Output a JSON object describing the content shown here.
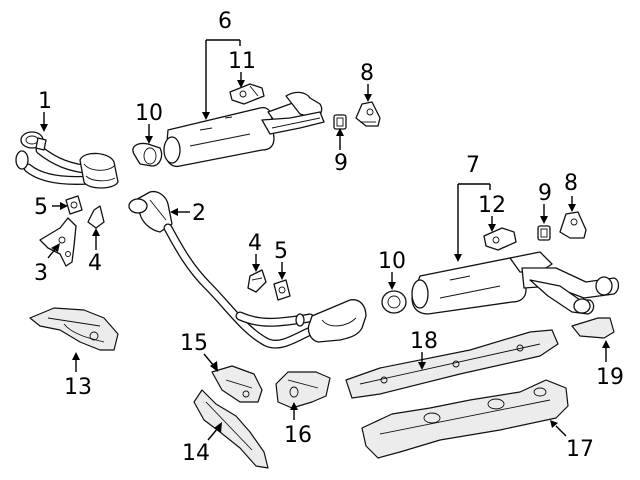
{
  "callouts": {
    "c1": "1",
    "c2": "2",
    "c3": "3",
    "c4a": "4",
    "c4b": "4",
    "c5a": "5",
    "c5b": "5",
    "c6": "6",
    "c7": "7",
    "c8a": "8",
    "c8b": "8",
    "c9a": "9",
    "c9b": "9",
    "c10a": "10",
    "c10b": "10",
    "c11": "11",
    "c12": "12",
    "c13": "13",
    "c14": "14",
    "c15": "15",
    "c16": "16",
    "c17": "17",
    "c18": "18",
    "c19": "19"
  },
  "colors": {
    "line": "#111111",
    "background": "#ffffff",
    "shade": "#ececec"
  }
}
